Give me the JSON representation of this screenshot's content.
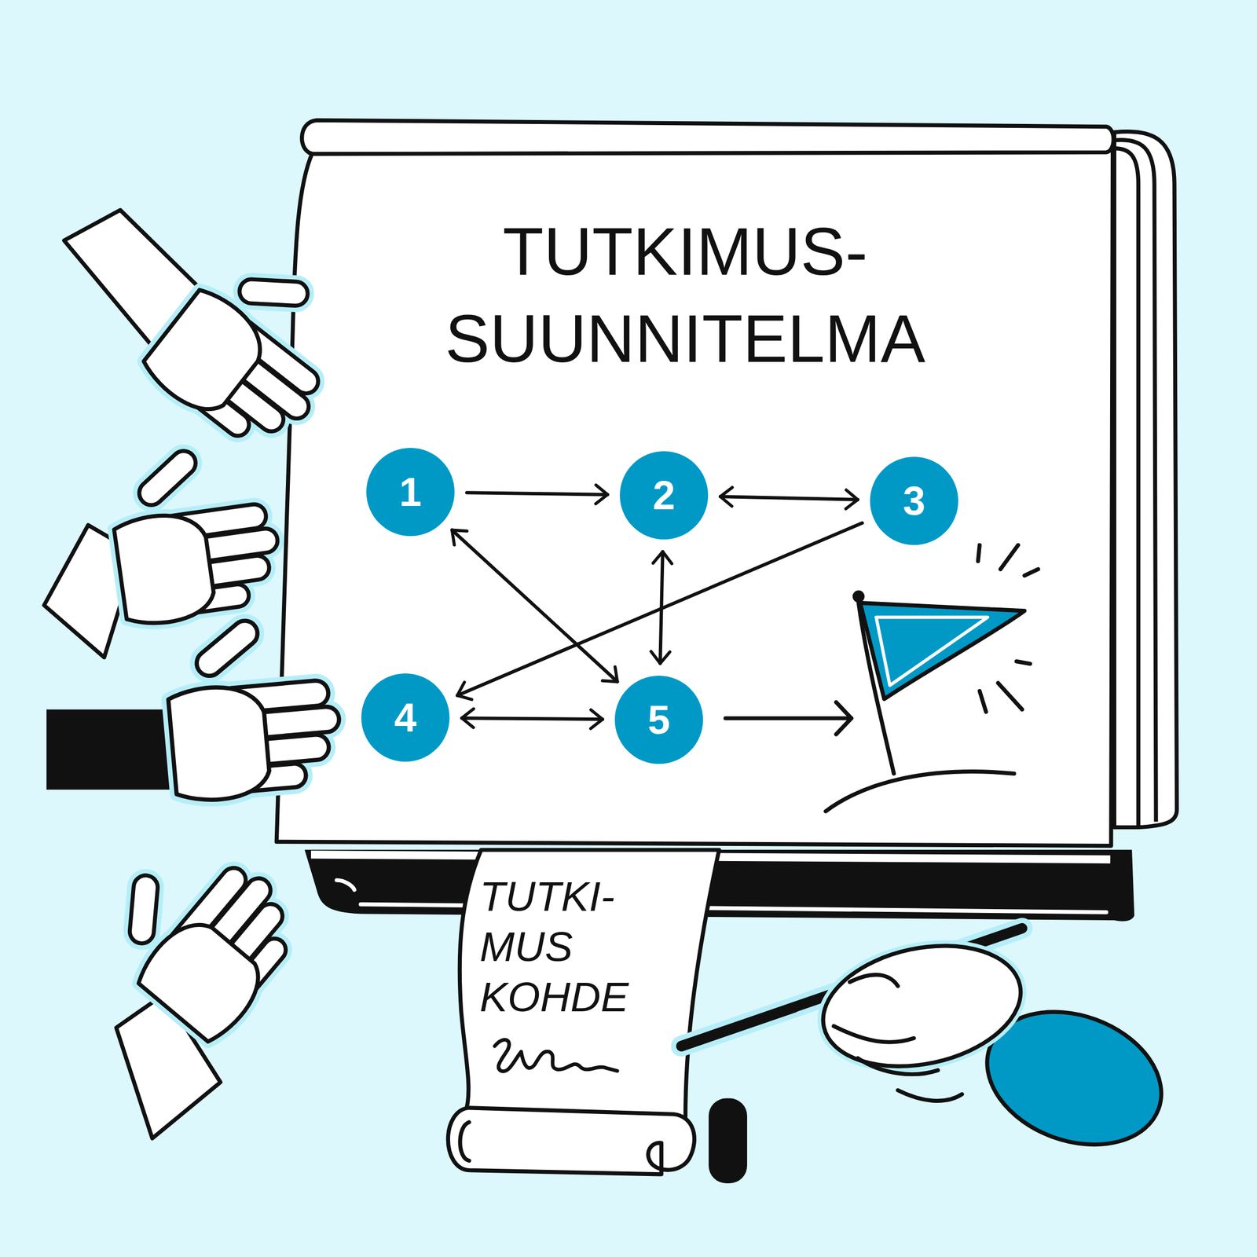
{
  "diagram": {
    "title": "TUTKIMUS- SUUNNITELMA",
    "nodes": [
      {
        "text": [
          "1"
        ]
      },
      {
        "text": [
          "2"
        ]
      },
      {
        "text": [
          "3"
        ]
      },
      {
        "text": [
          "4"
        ]
      },
      {
        "text": [
          "5"
        ]
      },
      {
        "text": [
          "TUTKI- MUS KOHDE"
        ]
      }
    ],
    "edges": [
      {
        "from": 0,
        "to": 1,
        "arrow": "to"
      },
      {
        "from": 1,
        "to": 2,
        "arrow": "both"
      },
      {
        "from": 2,
        "to": 3,
        "arrow": "to"
      },
      {
        "from": 0,
        "to": 4,
        "arrow": "both"
      },
      {
        "from": 1,
        "to": 4,
        "arrow": "both"
      },
      {
        "from": 3,
        "to": 4,
        "arrow": "both"
      }
    ]
  }
}
